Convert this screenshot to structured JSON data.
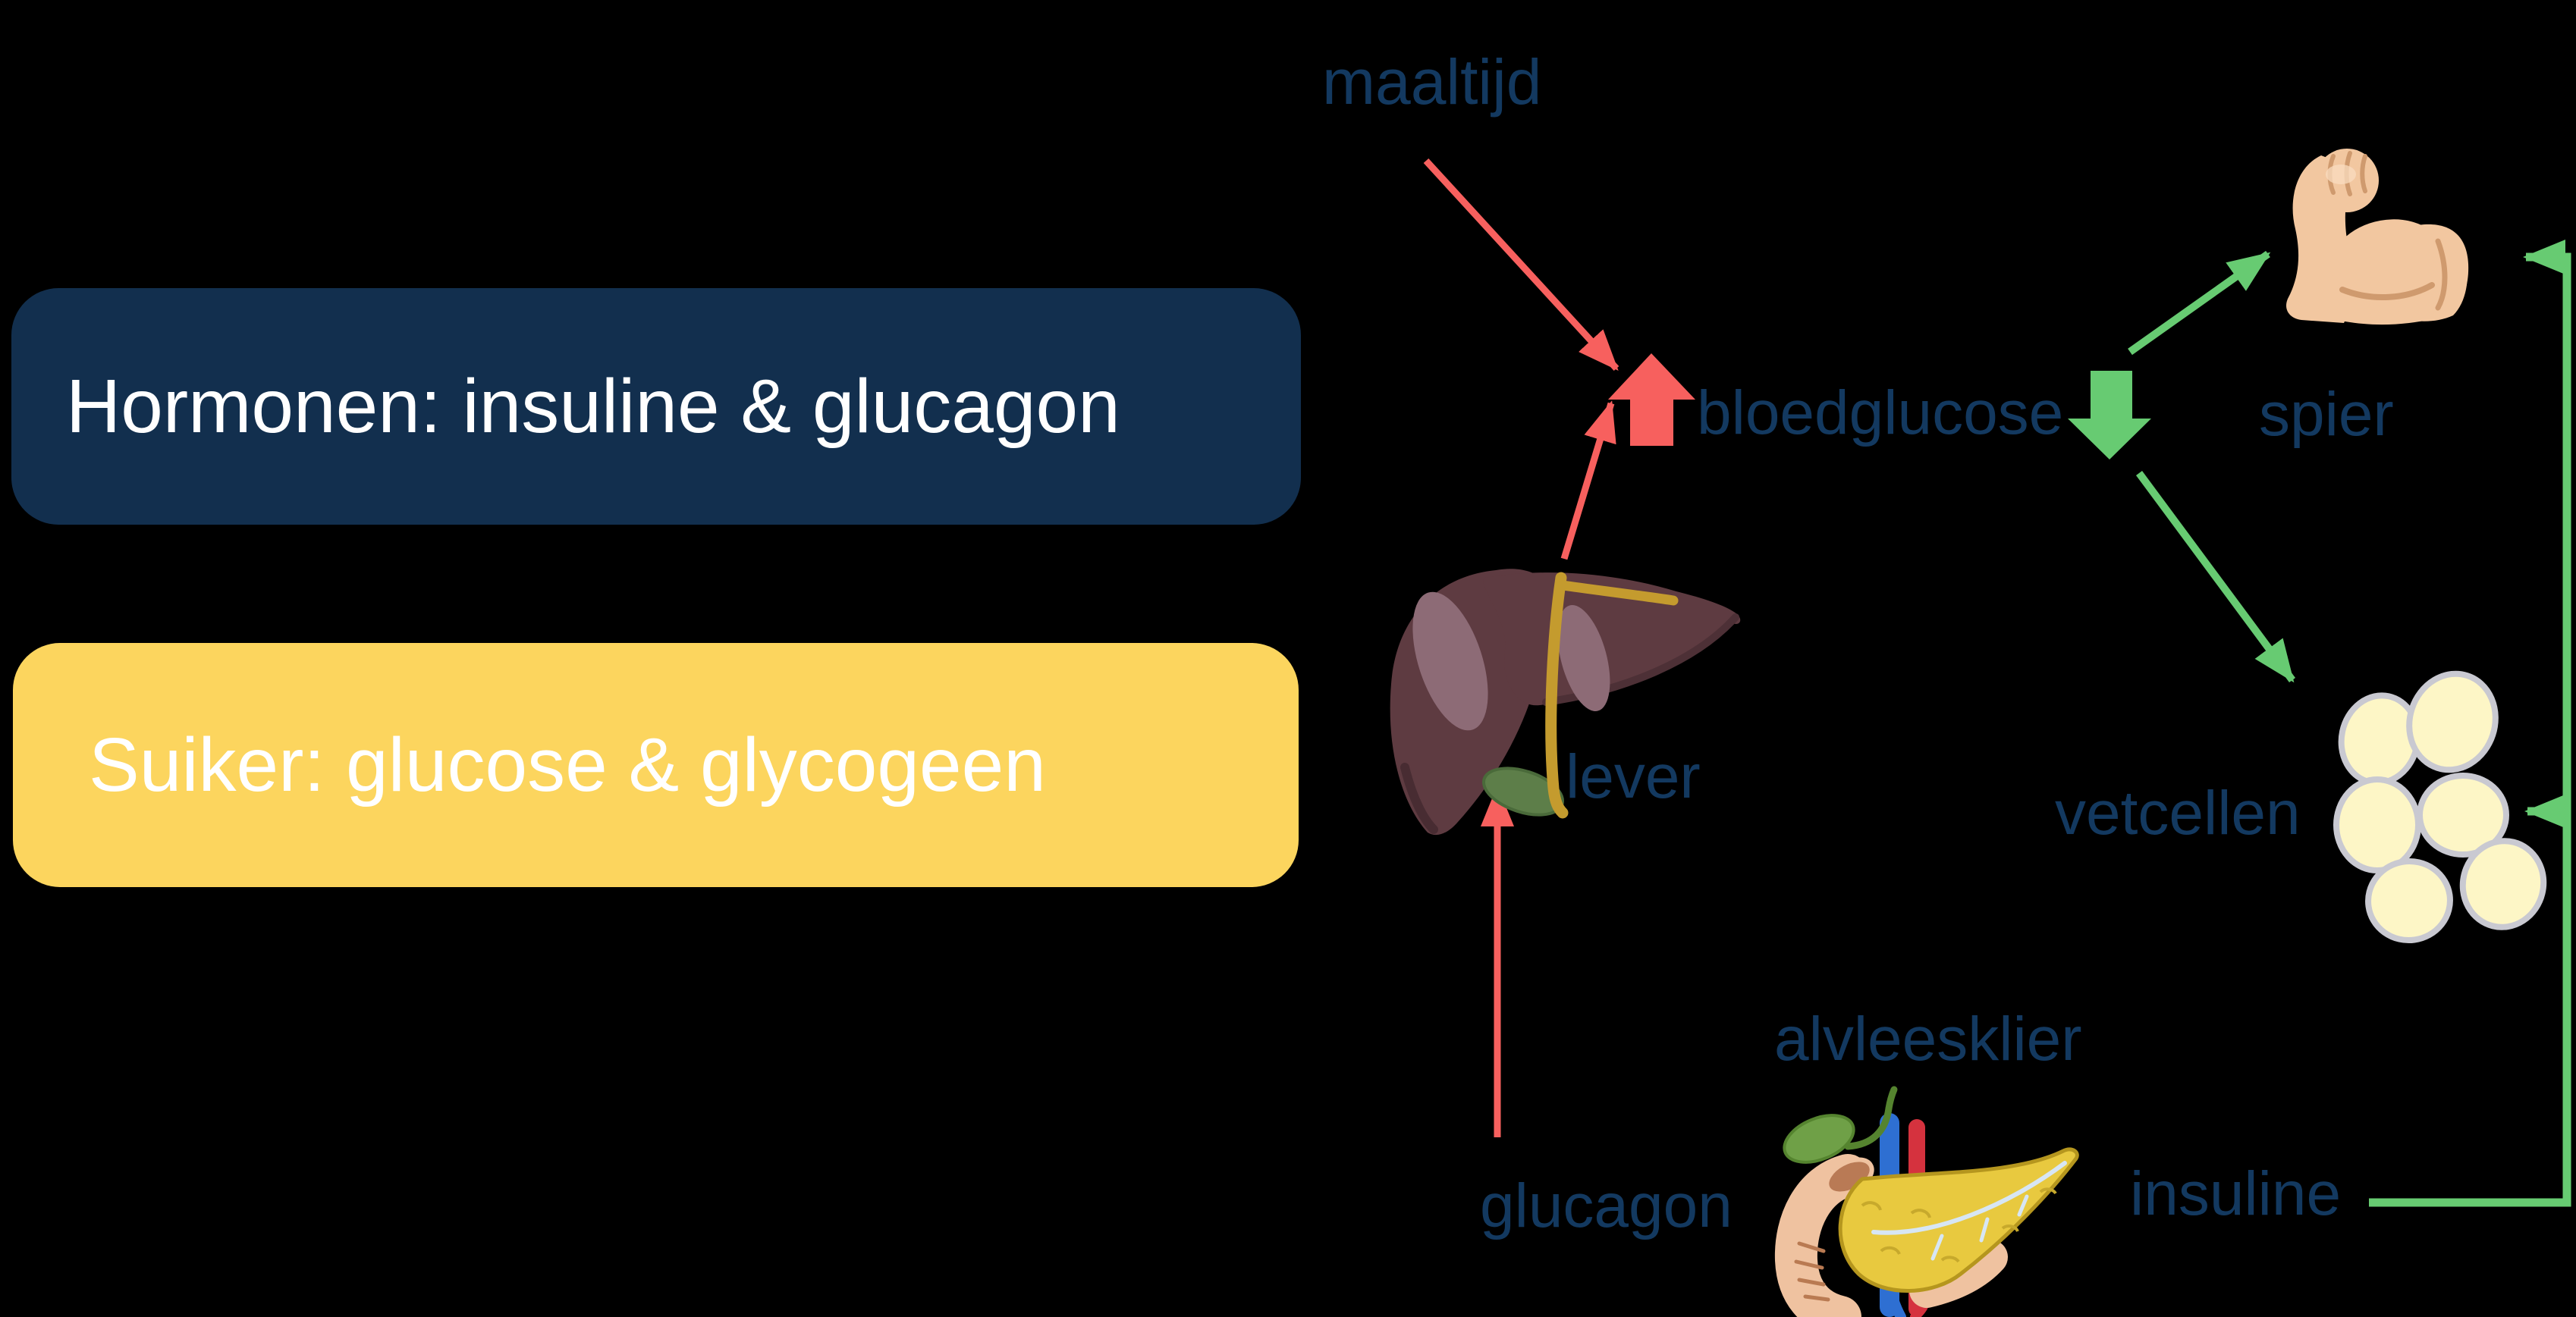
{
  "title": "Bloedglucose regulatie diagram",
  "colors": {
    "background": "#000000",
    "navy-box": "#122f4e",
    "yellow-box": "#fcd55e",
    "label": "#133960",
    "increase": "#f7605e",
    "decrease": "#67cb72",
    "box-text": "#ffffff",
    "liver-body": "#5e3b41",
    "liver-highlight": "#8d6b76",
    "liver-duct-gold": "#c49b2e",
    "gallbladder-green": "#5d7e49",
    "fat-cell-fill": "#fdf6c6",
    "fat-cell-stroke": "#c9c9d1",
    "muscle-skin": "#f2c7a0",
    "muscle-shade": "#cf9a6e",
    "pancreas-yellow": "#e8c93f",
    "duodenum-flesh": "#efc2a0",
    "vein-blue": "#2e6fd2",
    "artery-red": "#d5323e"
  },
  "legend": {
    "hormones_label": "Hormonen: insuline & glucagon",
    "sugar_label": "Suiker: glucose & glycogeen"
  },
  "labels": {
    "meal": "maaltijd",
    "blood_glucose": "bloedglucose",
    "muscle": "spier",
    "liver": "lever",
    "fat_cells": "vetcellen",
    "pancreas": "alvleesklier",
    "glucagon": "glucagon",
    "insulin": "insuline"
  },
  "icons": {
    "up_arrow": "red-up-arrow (bloedglucose stijgt)",
    "down_arrow": "green-down-arrow (bloedglucose daalt)",
    "liver": "liver-illustration",
    "muscle": "flexed-biceps-illustration",
    "fat_cells": "fat-cells-cluster-illustration",
    "pancreas": "pancreas-illustration"
  }
}
